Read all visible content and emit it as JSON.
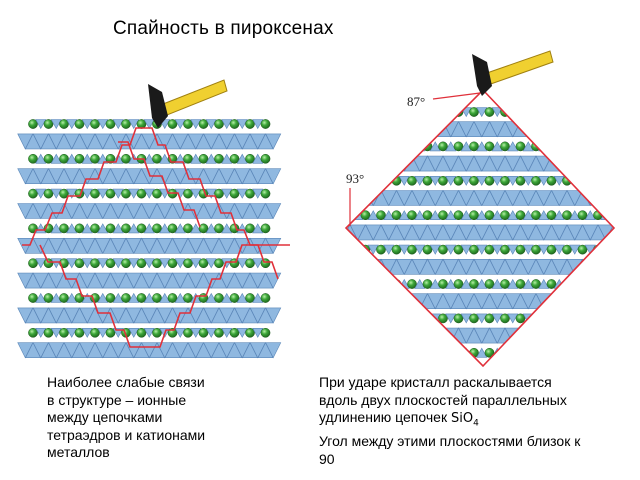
{
  "title": "Спайность в  пироксенах",
  "angles": {
    "top": "87°",
    "left": "93°"
  },
  "captions": {
    "left": [
      "Наиболее слабые связи",
      "в структуре – ионные",
      "между цепочками",
      "тетраэдров и катионами",
      "металлов"
    ],
    "right": {
      "line1": "При ударе кристалл раскалывается",
      "line2": "вдоль двух плоскостей параллельных",
      "line3_prefix": "удлинению цепочек ",
      "formula": "SiO",
      "formula_sub": "4",
      "line4": "Угол между этими плоскостями близок к",
      "line5": "90"
    }
  },
  "colors": {
    "tetrahedron": "#8fb8e0",
    "tetrahedron_edge": "#5a86b8",
    "cation": "#2e8b2e",
    "cation_highlight": "#b8f0a8",
    "cleavage_line": "#e0303a",
    "hammer_handle": "#f0d030",
    "hammer_head": "#1a1a1a"
  },
  "icons": [
    "hammer-icon",
    "hammer-icon"
  ]
}
